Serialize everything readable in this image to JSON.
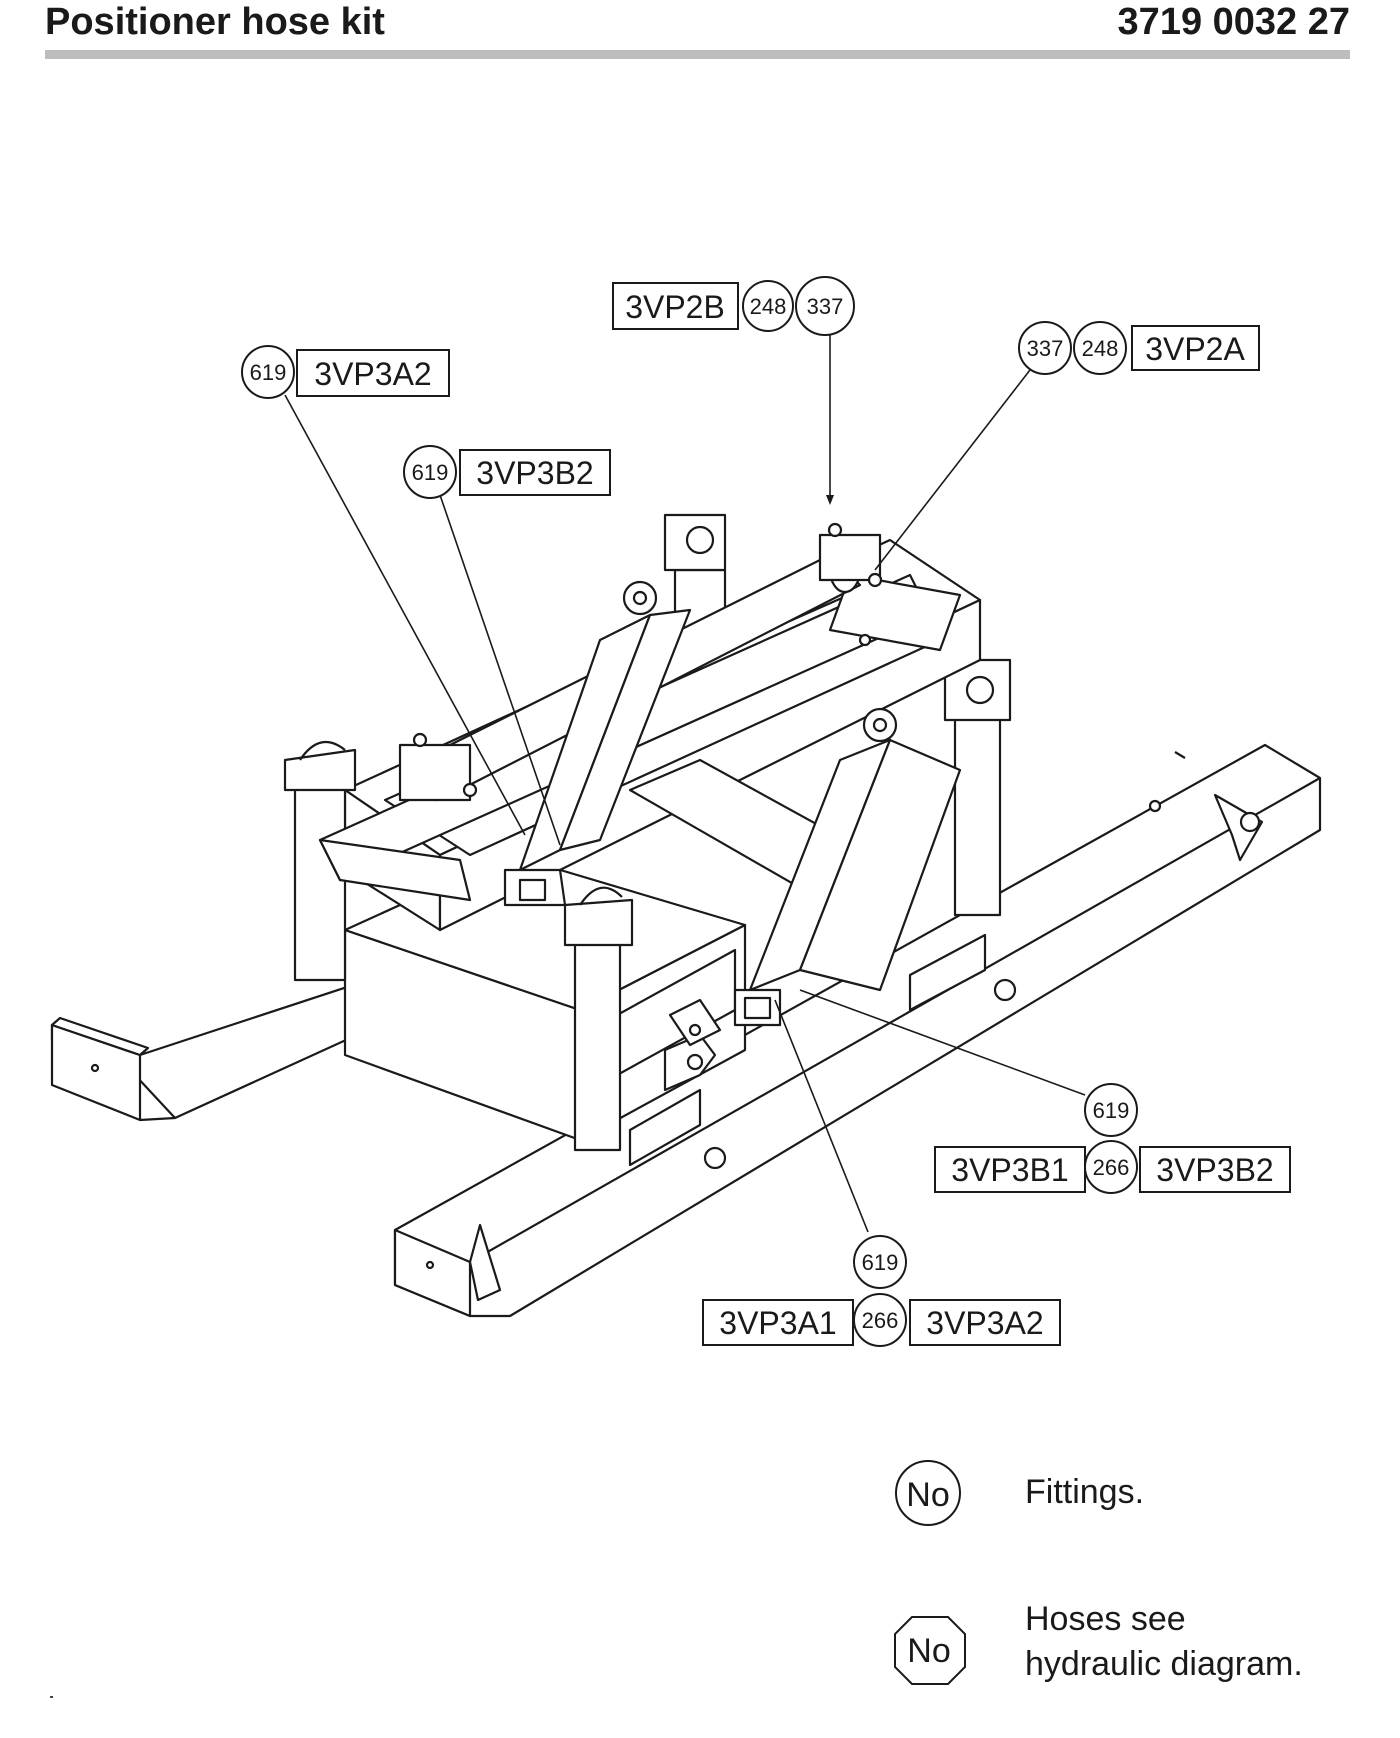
{
  "header": {
    "title": "Positioner hose kit",
    "part_number": "3719 0032 27"
  },
  "callouts": [
    {
      "id": "top",
      "circles": [
        "248",
        "337"
      ],
      "boxes_left": [
        "3VP2B"
      ],
      "boxes_right": []
    },
    {
      "id": "top-right",
      "circles": [
        "337",
        "248"
      ],
      "boxes_left": [],
      "boxes_right": [
        "3VP2A"
      ]
    },
    {
      "id": "left-1",
      "circles": [
        "619"
      ],
      "boxes_left": [],
      "boxes_right": [
        "3VP3A2"
      ]
    },
    {
      "id": "left-2",
      "circles": [
        "619"
      ],
      "boxes_left": [],
      "boxes_right": [
        "3VP3B2"
      ]
    },
    {
      "id": "bottom-right",
      "circle_top": "619",
      "circles": [
        "266"
      ],
      "boxes_left": [
        "3VP3B1"
      ],
      "boxes_right": [
        "3VP3B2"
      ]
    },
    {
      "id": "bottom",
      "circle_top": "619",
      "circles": [
        "266"
      ],
      "boxes_left": [
        "3VP3A1"
      ],
      "boxes_right": [
        "3VP3A2"
      ]
    }
  ],
  "legend": [
    {
      "symbol": "circle",
      "symbol_text": "No",
      "text": "Fittings."
    },
    {
      "symbol": "octagon",
      "symbol_text": "No",
      "text": "Hoses see hydraulic diagram."
    }
  ]
}
